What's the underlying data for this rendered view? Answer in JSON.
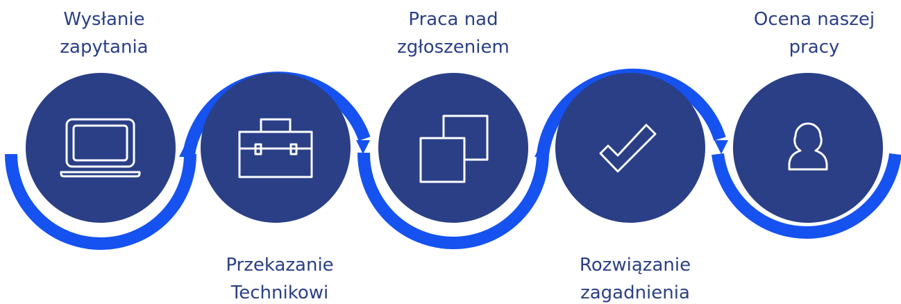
{
  "colors": {
    "circle": "#2a3f86",
    "arc": "#1552f0",
    "icon": "#ffffff",
    "text": "#2a3f86"
  },
  "steps": [
    {
      "title": {
        "line1": "Wysłanie",
        "line2": "zapytania"
      },
      "icon": "laptop-icon"
    },
    {
      "title": {
        "line1": "Przekazanie",
        "line2": "Technikowi"
      },
      "icon": "briefcase-icon"
    },
    {
      "title": {
        "line1": "Praca nad",
        "line2": "zgłoszeniem"
      },
      "icon": "copy-squares-icon"
    },
    {
      "title": {
        "line1": "Rozwiązanie",
        "line2": "zagadnienia"
      },
      "icon": "checkmark-icon"
    },
    {
      "title": {
        "line1": "Ocena naszej",
        "line2": "pracy"
      },
      "icon": "user-icon"
    }
  ]
}
